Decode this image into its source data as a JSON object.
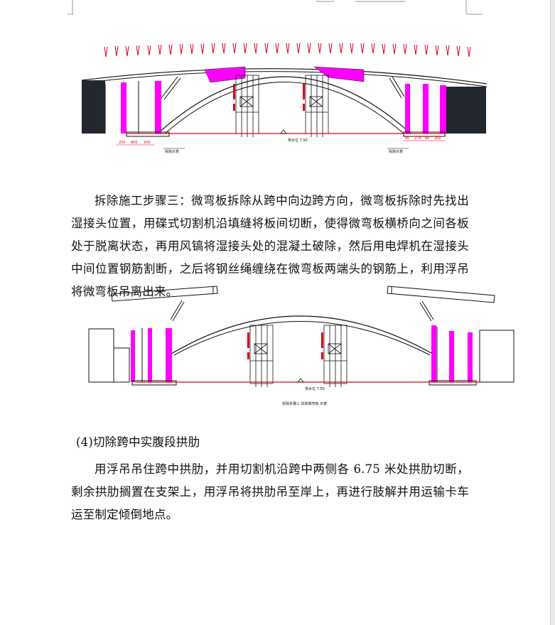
{
  "paragraphs": {
    "step3": "拆除施工步骤三：微弯板拆除从跨中向边跨方向，微弯板拆除时先找出湿接头位置，用碟式切割机沿填缝将板间切断，使得微弯板横桥向之间各板处于脱离状态，再用风镐将湿接头处的混凝土破除，然后用电焊机在湿接头中间位置钢筋割断，之后将钢丝绳缠绕在微弯板两端头的钢筋上，利用浮吊将微弯板吊离出来。",
    "section4_heading": "(4)切除跨中实腹段拱肋",
    "section4_body": "用浮吊吊住跨中拱肋，并用切割机沿跨中两侧各 6.75 米处拱肋切断，剩余拱肋搁置在支架上，用浮吊将拱肋吊至岸上，再进行肢解并用运输卡车运至制定倾倒地点。"
  },
  "figures": {
    "fig1": {
      "caption_left": "拆除示意",
      "caption_right": "拆除示意",
      "center_label": "常水位 7.50",
      "dims_left": [
        "200",
        "800",
        "200"
      ],
      "dims_right": [
        "80",
        "270",
        "80",
        "200"
      ]
    },
    "fig2": {
      "center_label": "常水位 7.50",
      "caption": "拆除步骤三  拆除微弯板  示意"
    }
  },
  "colors": {
    "magenta": "#ff00ff",
    "red": "#e0001a",
    "dark_block": "#232830",
    "line": "#111111"
  }
}
